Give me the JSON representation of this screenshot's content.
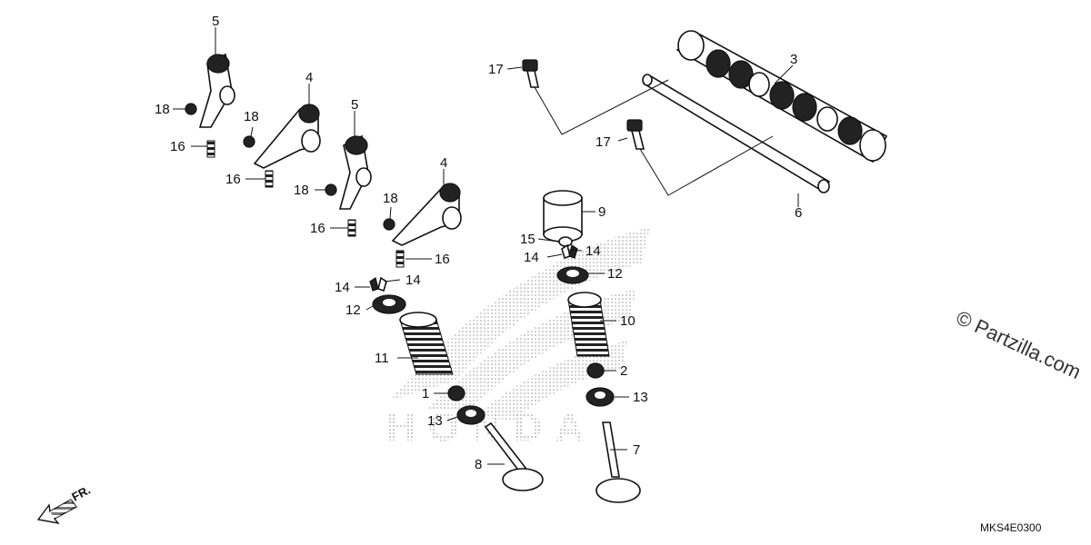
{
  "diagram": {
    "brand_watermark": "HONDA",
    "copyright": "© Partzilla.com",
    "diagram_code": "MKS4E0300",
    "front_indicator": "FR.",
    "callouts": [
      {
        "id": "c5a",
        "label": "5"
      },
      {
        "id": "c4a",
        "label": "4"
      },
      {
        "id": "c5b",
        "label": "5"
      },
      {
        "id": "c4b",
        "label": "4"
      },
      {
        "id": "c18a",
        "label": "18"
      },
      {
        "id": "c18b",
        "label": "18"
      },
      {
        "id": "c18c",
        "label": "18"
      },
      {
        "id": "c18d",
        "label": "18"
      },
      {
        "id": "c16a",
        "label": "16"
      },
      {
        "id": "c16b",
        "label": "16"
      },
      {
        "id": "c16c",
        "label": "16"
      },
      {
        "id": "c16d",
        "label": "16"
      },
      {
        "id": "c14a",
        "label": "14"
      },
      {
        "id": "c14b",
        "label": "14"
      },
      {
        "id": "c14c",
        "label": "14"
      },
      {
        "id": "c14d",
        "label": "14"
      },
      {
        "id": "c12a",
        "label": "12"
      },
      {
        "id": "c12b",
        "label": "12"
      },
      {
        "id": "c11",
        "label": "11"
      },
      {
        "id": "c10",
        "label": "10"
      },
      {
        "id": "c1",
        "label": "1"
      },
      {
        "id": "c2",
        "label": "2"
      },
      {
        "id": "c13a",
        "label": "13"
      },
      {
        "id": "c13b",
        "label": "13"
      },
      {
        "id": "c8",
        "label": "8"
      },
      {
        "id": "c7",
        "label": "7"
      },
      {
        "id": "c9",
        "label": "9"
      },
      {
        "id": "c15",
        "label": "15"
      },
      {
        "id": "c17a",
        "label": "17"
      },
      {
        "id": "c17b",
        "label": "17"
      },
      {
        "id": "c3",
        "label": "3"
      },
      {
        "id": "c6",
        "label": "6"
      }
    ]
  }
}
